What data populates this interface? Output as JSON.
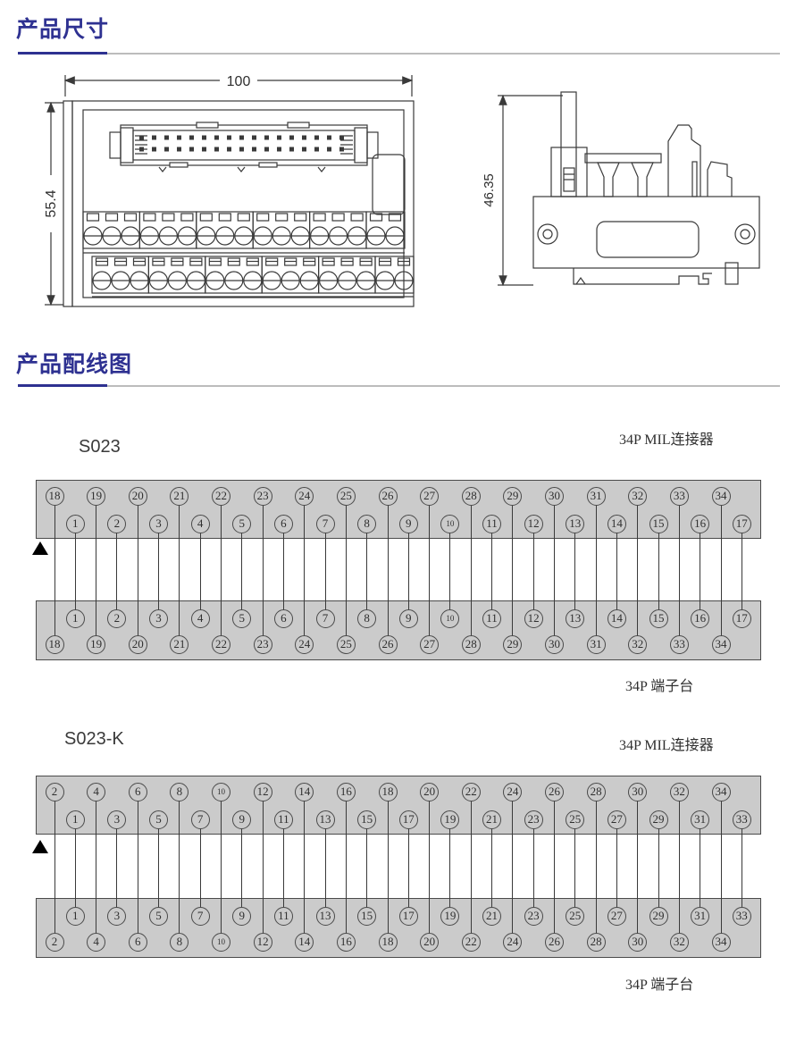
{
  "sections": {
    "dimensions": {
      "title": "产品尺寸"
    },
    "wiring": {
      "title": "产品配线图"
    }
  },
  "dimension_figures": {
    "front_view": {
      "width_label": "100",
      "height_label": "55.4"
    },
    "side_view": {
      "height_label": "46.35"
    }
  },
  "wiring_diagrams": [
    {
      "model": "S023",
      "connector_label": "34P MIL连接器",
      "terminal_label": "34P 端子台",
      "outer_row": [
        18,
        19,
        20,
        21,
        22,
        23,
        24,
        25,
        26,
        27,
        28,
        29,
        30,
        31,
        32,
        33,
        34
      ],
      "inner_row": [
        1,
        2,
        3,
        4,
        5,
        6,
        7,
        8,
        9,
        10,
        11,
        12,
        13,
        14,
        15,
        16,
        17
      ]
    },
    {
      "model": "S023-K",
      "connector_label": "34P MIL连接器",
      "terminal_label": "34P 端子台",
      "outer_row": [
        2,
        4,
        6,
        8,
        10,
        12,
        14,
        16,
        18,
        20,
        22,
        24,
        26,
        28,
        30,
        32,
        34
      ],
      "inner_row": [
        1,
        3,
        5,
        7,
        9,
        11,
        13,
        15,
        17,
        19,
        21,
        23,
        25,
        27,
        29,
        31,
        33
      ]
    }
  ],
  "colors": {
    "accent": "#2e3191",
    "band_fill": "#cbcbcb",
    "line": "#3a3a3a"
  }
}
